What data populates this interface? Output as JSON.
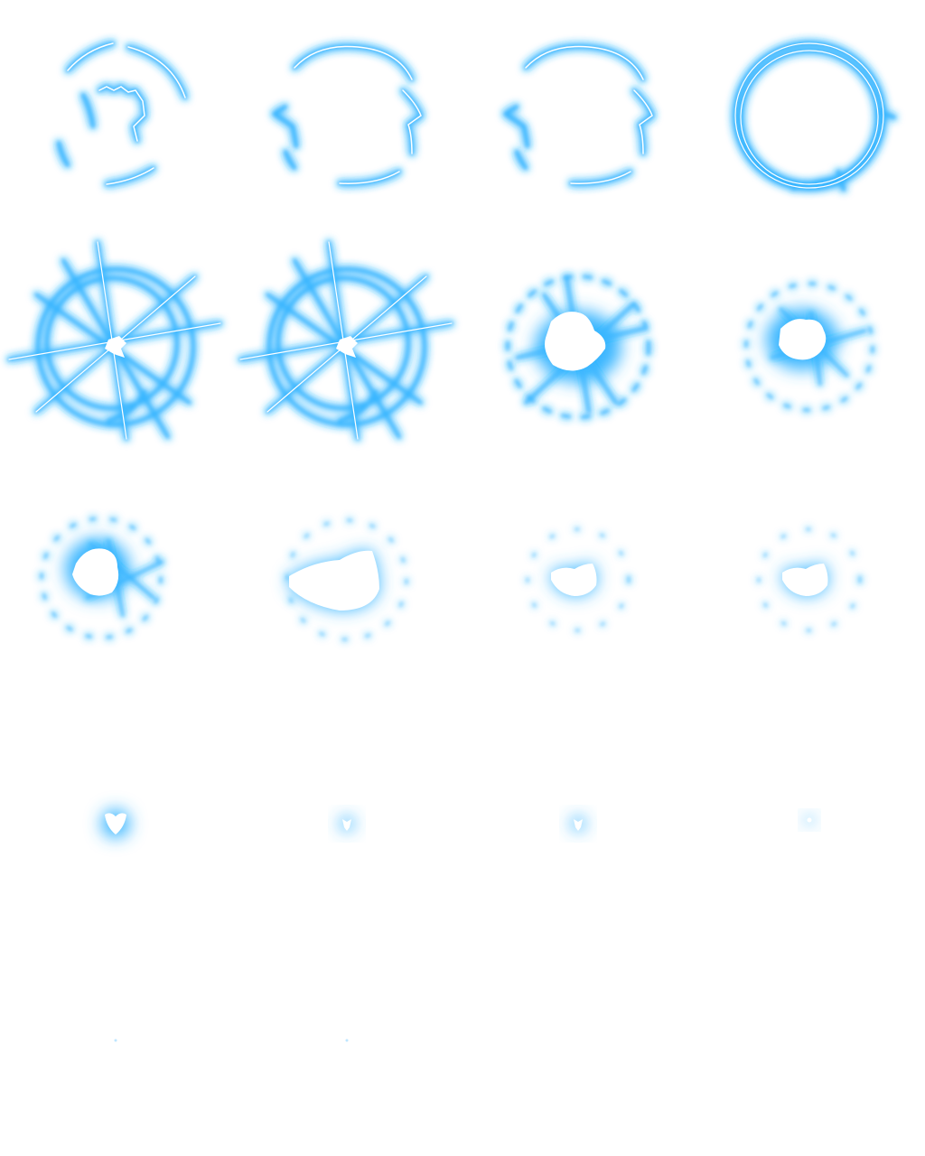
{
  "sprite_sheet": {
    "columns": 4,
    "rows": 5,
    "glow_color": "#3ab6ff",
    "core_color": "#ffffff",
    "background_color": "#ffffff",
    "frames": [
      {
        "frame": 1,
        "phase": "arc-fragments"
      },
      {
        "frame": 2,
        "phase": "ring-forming"
      },
      {
        "frame": 3,
        "phase": "ring-forming"
      },
      {
        "frame": 4,
        "phase": "full-ring"
      },
      {
        "frame": 5,
        "phase": "burst-rays"
      },
      {
        "frame": 6,
        "phase": "burst-rays"
      },
      {
        "frame": 7,
        "phase": "core-flare"
      },
      {
        "frame": 8,
        "phase": "core-flare"
      },
      {
        "frame": 9,
        "phase": "core-flare"
      },
      {
        "frame": 10,
        "phase": "core-blob"
      },
      {
        "frame": 11,
        "phase": "core-shrink"
      },
      {
        "frame": 12,
        "phase": "core-shrink"
      },
      {
        "frame": 13,
        "phase": "spark"
      },
      {
        "frame": 14,
        "phase": "spark"
      },
      {
        "frame": 15,
        "phase": "spark"
      },
      {
        "frame": 16,
        "phase": "spark"
      },
      {
        "frame": 17,
        "phase": "fade"
      },
      {
        "frame": 18,
        "phase": "fade"
      },
      {
        "frame": 19,
        "phase": "empty"
      },
      {
        "frame": 20,
        "phase": "empty"
      }
    ]
  }
}
